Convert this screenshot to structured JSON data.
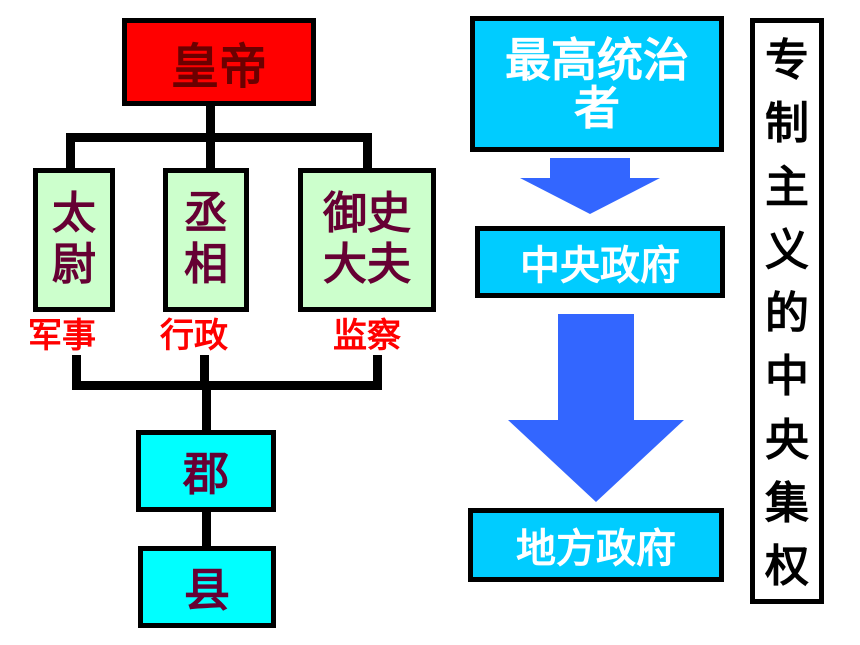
{
  "colors": {
    "emperor_fill": "#ff0000",
    "emperor_text": "#6b0000",
    "minister_fill": "#ccffcc",
    "minister_text": "#660033",
    "local_fill": "#00ffff",
    "local_text": "#660033",
    "blue_fill": "#00ccff",
    "blue_text": "#ffffff",
    "arrow_fill": "#3366ff",
    "function_text": "#ff0000"
  },
  "left_chart": {
    "emperor": "皇帝",
    "ministers": [
      {
        "title_line1": "太",
        "title_line2": "尉",
        "function": "军事"
      },
      {
        "title_line1": "丞",
        "title_line2": "相",
        "function": "行政"
      },
      {
        "title_line1": "御史",
        "title_line2": "大夫",
        "function": "监察"
      }
    ],
    "commandery": "郡",
    "county": "县"
  },
  "right_chart": {
    "supreme_ruler_line1": "最高统治",
    "supreme_ruler_line2": "者",
    "central_government": "中央政府",
    "local_government": "地方政府"
  },
  "vertical_label_chars": [
    "专",
    "制",
    "主",
    "义",
    "的",
    "中",
    "央",
    "集",
    "权"
  ]
}
